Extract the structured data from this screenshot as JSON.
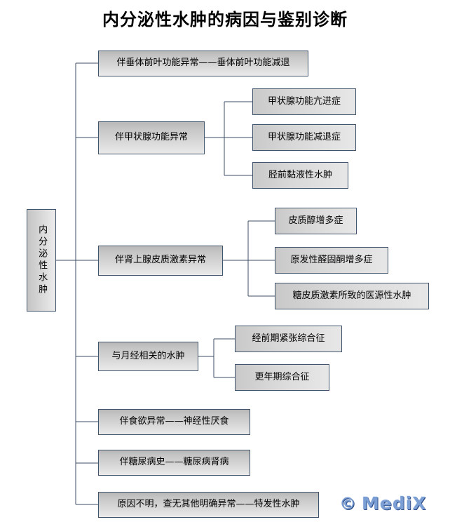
{
  "title": "内分泌性水肿的病因与鉴别诊断",
  "root": {
    "label": "内分泌性水肿"
  },
  "branches": [
    {
      "id": "pituitary",
      "label": "伴垂体前叶功能异常——垂体前叶功能减退",
      "children": []
    },
    {
      "id": "thyroid",
      "label": "伴甲状腺功能异常",
      "children": [
        {
          "id": "hyperthyroidism",
          "label": "甲状腺功能亢进症"
        },
        {
          "id": "hypothyroidism",
          "label": "甲状腺功能减退症"
        },
        {
          "id": "pretibial-myxedema",
          "label": "胫前黏液性水肿"
        }
      ]
    },
    {
      "id": "adrenal",
      "label": "伴肾上腺皮质激素异常",
      "children": [
        {
          "id": "hypercortisolism",
          "label": "皮质醇增多症"
        },
        {
          "id": "primary-aldosteronism",
          "label": "原发性醛固酮增多症"
        },
        {
          "id": "iatrogenic-edema",
          "label": "糖皮质激素所致的医源性水肿"
        }
      ]
    },
    {
      "id": "menstrual",
      "label": "与月经相关的水肿",
      "children": [
        {
          "id": "pms",
          "label": "经前期紧张综合征"
        },
        {
          "id": "menopausal-syndrome",
          "label": "更年期综合征"
        }
      ]
    },
    {
      "id": "appetite",
      "label": "伴食欲异常——神经性厌食",
      "children": []
    },
    {
      "id": "diabetes",
      "label": "伴糖尿病史——糖尿病肾病",
      "children": []
    },
    {
      "id": "idiopathic",
      "label": "原因不明，查无其他明确异常——特发性水肿",
      "children": []
    }
  ],
  "watermark": {
    "mark": "©",
    "text": "MediX"
  },
  "colors": {
    "border": "#41546b",
    "connector": "#3c4e64",
    "box_top": "#b8b8b8",
    "box_bottom": "#eaeaea",
    "logo": "#7b9fd4",
    "background": "#ffffff"
  }
}
